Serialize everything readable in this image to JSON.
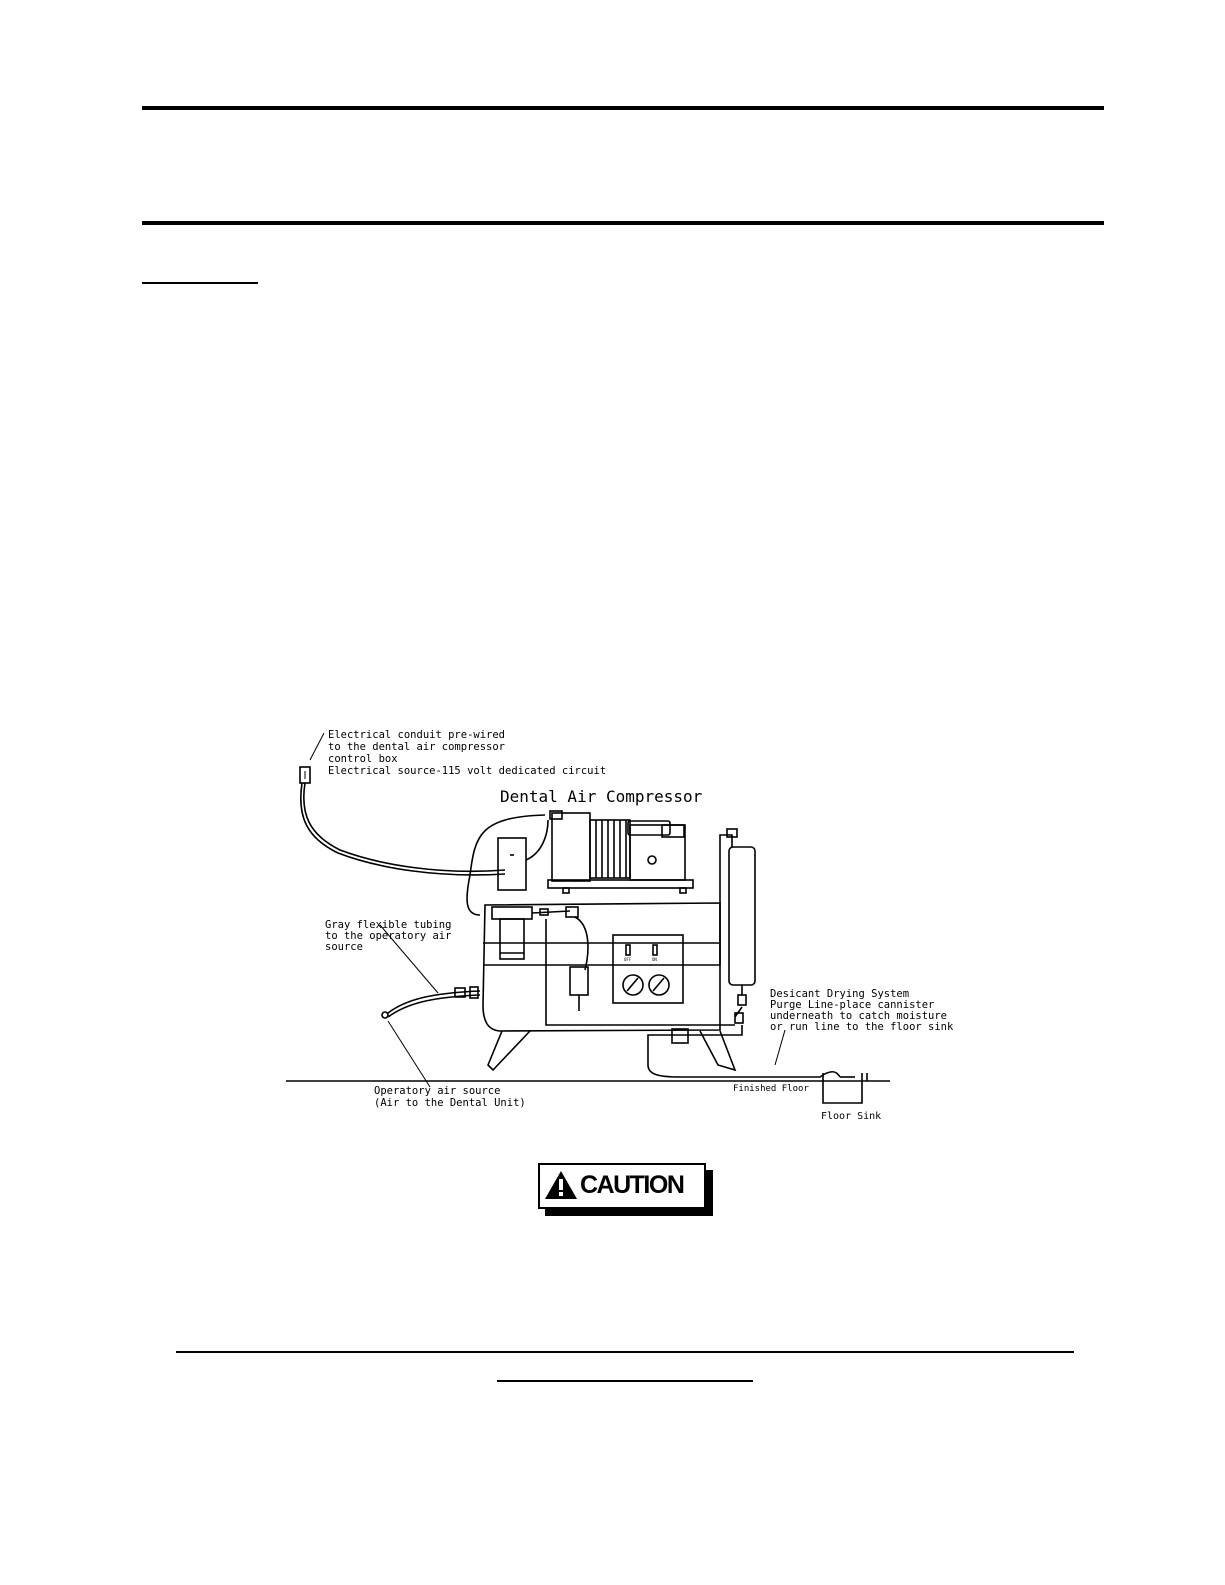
{
  "diagram": {
    "title": "Dental Air Compressor",
    "electrical_note": [
      "Electrical conduit pre-wired",
      "to the dental air compressor",
      "control box",
      "Electrical source-115 volt dedicated circuit"
    ],
    "tubing_note": [
      "Gray flexible tubing",
      "to the operatory air",
      "source"
    ],
    "air_source_note": [
      "Operatory air source",
      "(Air to the Dental Unit)"
    ],
    "dryer_note": [
      "Desicant Drying System",
      "Purge Line-place cannister",
      "underneath to catch moisture",
      "or run line to the floor sink"
    ],
    "floor_label": "Finished Floor",
    "sink_label": "Floor Sink",
    "gauge_labels": [
      "OFF",
      "ON"
    ]
  },
  "caution": {
    "label": "CAUTION"
  }
}
